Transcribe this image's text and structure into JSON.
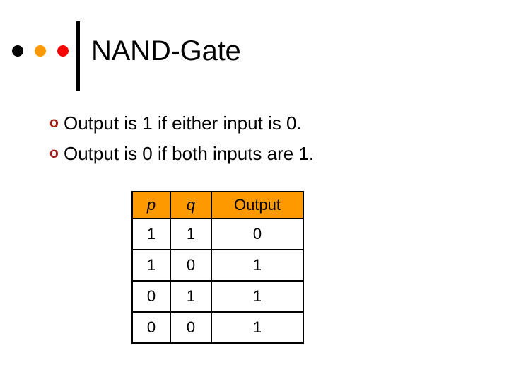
{
  "slide": {
    "title": "NAND-Gate",
    "decor": {
      "dots": [
        {
          "name": "black-dot",
          "color": "#000000"
        },
        {
          "name": "orange-dot",
          "color": "#FF9900"
        },
        {
          "name": "red-dot",
          "color": "#FF0000"
        }
      ],
      "divider_color": "#000000"
    },
    "bullets": [
      {
        "marker": "o",
        "text": "Output is 1 if either input is 0."
      },
      {
        "marker": "o",
        "text": "Output is 0 if both inputs are 1."
      }
    ],
    "bullet_color": "#9E1B1B",
    "table": {
      "header_background": "#FF9900",
      "headers": [
        "p",
        "q",
        "Output"
      ],
      "rows": [
        [
          "1",
          "1",
          "0"
        ],
        [
          "1",
          "0",
          "1"
        ],
        [
          "0",
          "1",
          "1"
        ],
        [
          "0",
          "0",
          "1"
        ]
      ]
    }
  }
}
